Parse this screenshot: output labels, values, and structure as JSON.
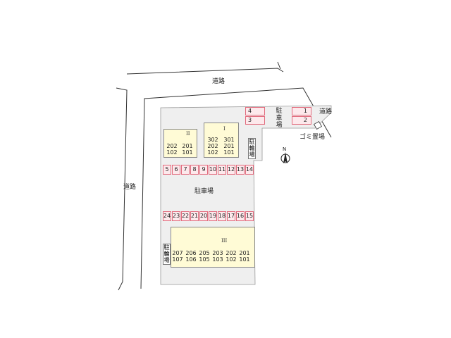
{
  "labels": {
    "road_top": "道路",
    "road_left": "道路",
    "road_right": "道路",
    "parking_center": "駐車場",
    "parking_top": "駐車場",
    "bike_top": "駐輪場",
    "bike_bottom": "駐輪場",
    "garbage": "ゴミ置場",
    "north": "N"
  },
  "buildings": {
    "II": {
      "name": "II",
      "units": [
        [
          "202",
          "102"
        ],
        [
          "201",
          "101"
        ]
      ]
    },
    "I": {
      "name": "I",
      "units": [
        [
          "302",
          "202",
          "102"
        ],
        [
          "301",
          "201",
          "101"
        ]
      ]
    },
    "III": {
      "name": "III",
      "units": [
        [
          "207",
          "107"
        ],
        [
          "206",
          "106"
        ],
        [
          "205",
          "105"
        ],
        [
          "203",
          "103"
        ],
        [
          "202",
          "102"
        ],
        [
          "201",
          "101"
        ]
      ]
    }
  },
  "parking": {
    "top_left": [
      "4",
      "3"
    ],
    "top_right": [
      "1",
      "2"
    ],
    "row_upper": [
      "5",
      "6",
      "7",
      "8",
      "9",
      "10",
      "11",
      "12",
      "13",
      "14"
    ],
    "row_lower": [
      "24",
      "23",
      "22",
      "21",
      "20",
      "19",
      "18",
      "17",
      "16",
      "15"
    ]
  },
  "colors": {
    "lot": "#efefef",
    "building": "#fffbd6",
    "parking_border": "#e26a7c",
    "parking_fill": "#fde9ec",
    "road_line": "#333333"
  }
}
